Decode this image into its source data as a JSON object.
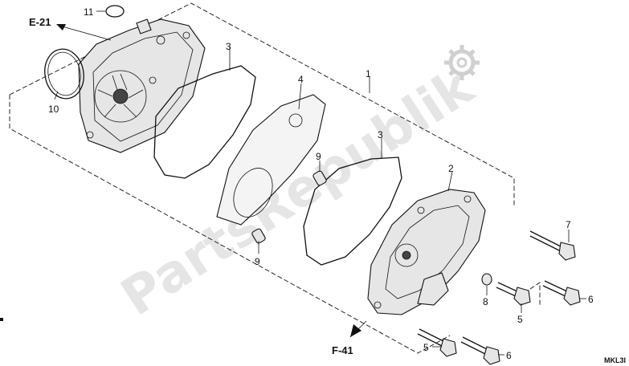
{
  "watermark": {
    "text": "PartsRepublik"
  },
  "refs": {
    "e21": "E-21",
    "f41": "F-41"
  },
  "corner_code": "MKL3I",
  "callouts": {
    "c1": "1",
    "c2": "2",
    "c3a": "3",
    "c3b": "3",
    "c4": "4",
    "c5a": "5",
    "c5b": "5",
    "c6a": "6",
    "c6b": "6",
    "c7": "7",
    "c8": "8",
    "c9a": "9",
    "c9b": "9",
    "c10": "10",
    "c11": "11"
  }
}
